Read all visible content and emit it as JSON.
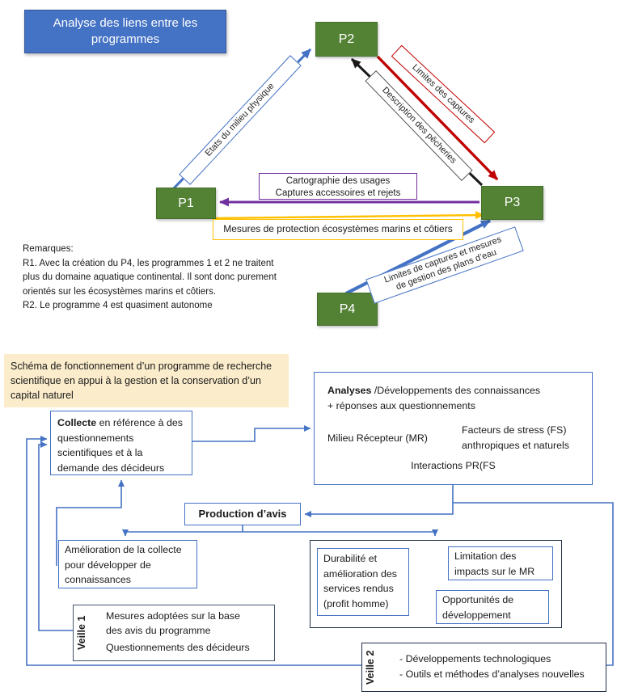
{
  "colors": {
    "accent_blue": "#4472C4",
    "node_green": "#548235",
    "arrow_red": "#C00000",
    "arrow_purple": "#7030A0",
    "arrow_gold": "#FFC000",
    "caption_bg": "#FBECCB"
  },
  "top_diagram": {
    "title": "Analyse des liens entre les programmes",
    "nodes": {
      "p1": "P1",
      "p2": "P2",
      "p3": "P3",
      "p4": "P4"
    },
    "edge_labels": {
      "etats_milieu": "Etats du milieu physique",
      "limites_captures": "Limites des captures",
      "description_pecheries": "Description des pêcheries",
      "cartographie_l1": "Cartographie des usages",
      "cartographie_l2": "Captures accessoires et rejets",
      "mesures_protection": "Mesures de protection écosystèmes marins et côtiers",
      "limites_plans_eau_l1": "Limites de captures et mesures",
      "limites_plans_eau_l2": "de gestion des plans d’eau"
    },
    "remarks": [
      "Remarques:",
      "R1. Avec la création du P4, les programmes 1 et 2 ne traitent",
      "plus du domaine aquatique continental. Il sont donc purement",
      "orientés sur les écosystèmes marins et côtiers.",
      "R2. Le programme 4 est quasiment autonome"
    ]
  },
  "flowchart": {
    "caption": "Schéma de fonctionnement d’un programme de recherche scientifique en appui à la gestion et la conservation d’un capital naturel",
    "collecte": {
      "lead": "Collecte",
      "rest": " en référence à des questionnements scientifiques et à la demande des décideurs"
    },
    "analyses": {
      "lead": "Analyses",
      "line1": " /Développements des connaissances",
      "line2": "+ réponses aux questionnements",
      "mr": "Milieu Récepteur (MR)",
      "fs": "Facteurs de stress (FS)\nanthropiques et naturels",
      "interactions": "Interactions PR(FS"
    },
    "production": "Production d’avis",
    "amelioration": "Amélioration de la collecte\npour développer de\nconnaissances",
    "durabilite": "Durabilité et\namélioration des\nservices rendus\n(profit homme)",
    "limitation": "Limitation des\nimpacts sur le MR",
    "opportunites": "Opportunités de\ndéveloppement",
    "veille1": {
      "label": "Veille 1",
      "line1": "Mesures adoptées sur la base\ndes avis du programme",
      "line2": "Questionnements des décideurs"
    },
    "veille2": {
      "label": "Veille 2",
      "line1": "- Développements technologiques",
      "line2": "- Outils et méthodes d’analyses nouvelles"
    }
  }
}
